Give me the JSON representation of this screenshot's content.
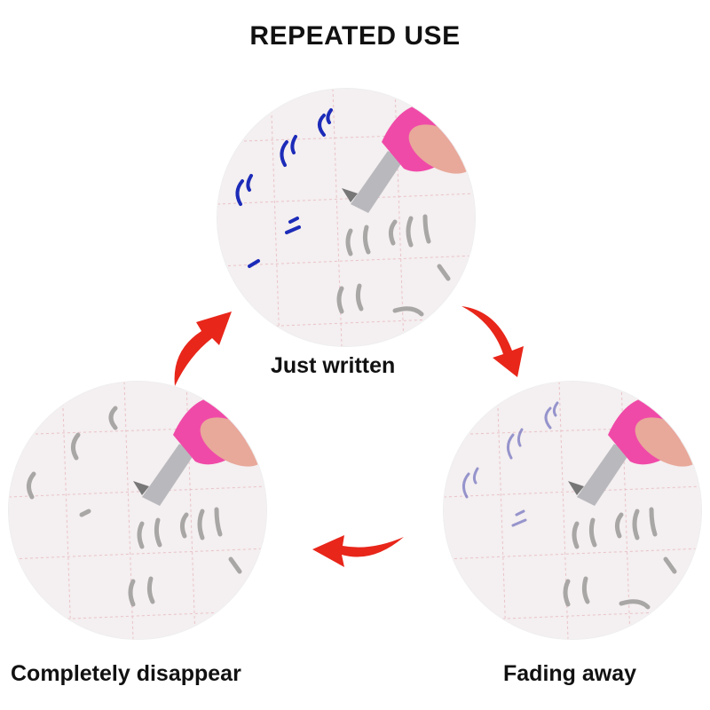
{
  "title": "REPEATED USE",
  "stages": [
    {
      "label": "Just written",
      "ink_color": "#1c2bb8",
      "ink_opacity": 1.0
    },
    {
      "label": "Fading away",
      "ink_color": "#4a4ab0",
      "ink_opacity": 0.55
    },
    {
      "label": "Completely disappear",
      "ink_color": "#1c2bb8",
      "ink_opacity": 0.0
    }
  ],
  "colors": {
    "arrow": "#e8261a",
    "pen_grip": "#f04aa8",
    "paper": "#f4eff0",
    "grid": "#e6b8c0",
    "groove": "#a9a6a6"
  }
}
